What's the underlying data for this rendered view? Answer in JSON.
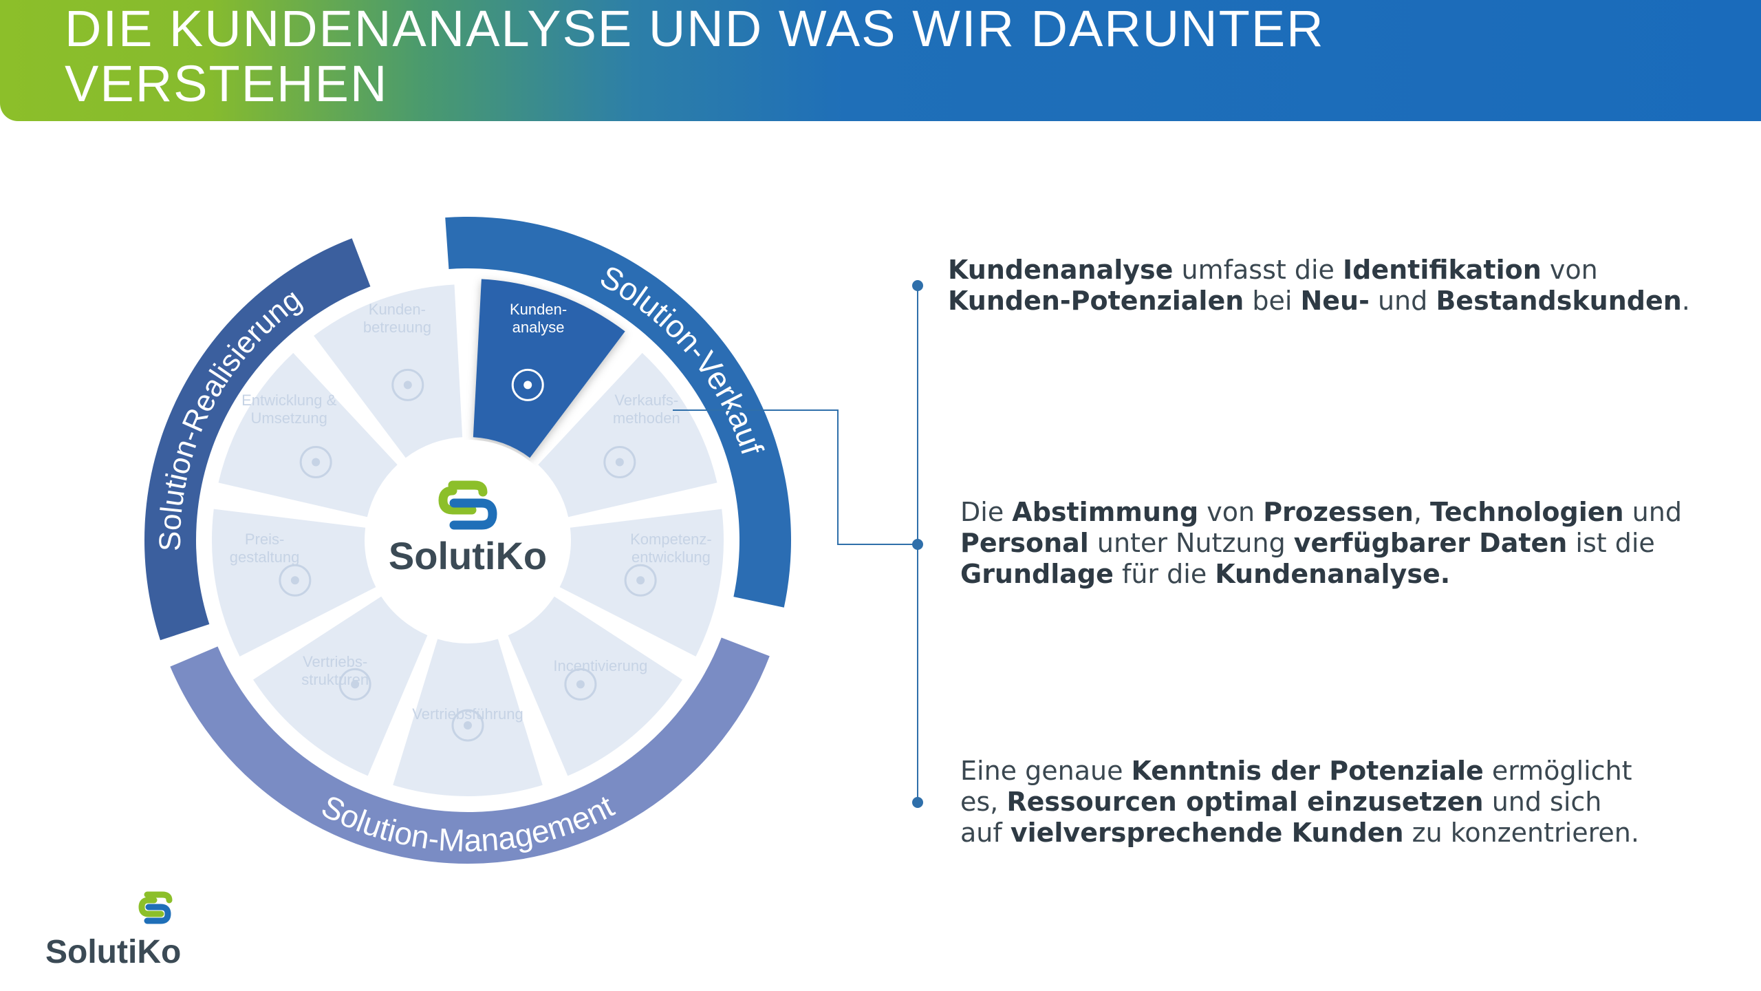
{
  "header": {
    "title_line1": "DIE KUNDENANALYSE UND WAS WIR DARUNTER",
    "title_line2": "VERSTEHEN"
  },
  "wheel": {
    "center_brand": "SolutiKo",
    "ring_labels": {
      "verkauf": "Solution-Verkauf",
      "realisierung": "Solution-Realisierung",
      "management": "Solution-Management"
    },
    "segments": [
      {
        "id": "kundenanalyse",
        "lines": [
          "Kunden-",
          "analyse"
        ],
        "icon": "person-star-icon",
        "highlight": true
      },
      {
        "id": "verkaufsmethoden",
        "lines": [
          "Verkaufs-",
          "methoden"
        ],
        "icon": "hand-growth-icon",
        "highlight": false
      },
      {
        "id": "kompetenzentwicklung",
        "lines": [
          "Kompetenz-",
          "entwicklung"
        ],
        "icon": "presentation-icon",
        "highlight": false
      },
      {
        "id": "incentivierung",
        "lines": [
          "Incentivierung"
        ],
        "icon": "piggy-bank-icon",
        "highlight": false
      },
      {
        "id": "vertriebsfuehrung",
        "lines": [
          "Vertriebsführung"
        ],
        "icon": "compass-icon",
        "highlight": false
      },
      {
        "id": "vertriebsstrukturen",
        "lines": [
          "Vertriebs-",
          "strukturen"
        ],
        "icon": "org-chart-icon",
        "highlight": false
      },
      {
        "id": "preisgestaltung",
        "lines": [
          "Preis-",
          "gestaltung"
        ],
        "icon": "coins-icon",
        "highlight": false
      },
      {
        "id": "entwicklung",
        "lines": [
          "Entwicklung &",
          "Umsetzung"
        ],
        "icon": "lightbulb-icon",
        "highlight": false
      },
      {
        "id": "kundenbetreuung",
        "lines": [
          "Kunden-",
          "betreuung"
        ],
        "icon": "people-network-icon",
        "highlight": false
      }
    ],
    "colors": {
      "ring_verkauf": "#2b6db3",
      "ring_realisierung": "#3b5f9e",
      "ring_management": "#7a8cc4",
      "segment_highlight": "#2a64ad",
      "segment_faded": "#e3eaf4",
      "connector": "#2f6faa"
    }
  },
  "text_blocks": [
    {
      "id": "text1",
      "runs": [
        {
          "t": "Kundenanalyse",
          "b": true
        },
        {
          "t": " umfasst die ",
          "b": false
        },
        {
          "t": "Identifikation",
          "b": true
        },
        {
          "t": " von ",
          "b": false
        },
        {
          "br": true
        },
        {
          "t": "Kunden-Potenzialen",
          "b": true
        },
        {
          "t": " bei ",
          "b": false
        },
        {
          "t": "Neu-",
          "b": true
        },
        {
          "t": " und ",
          "b": false
        },
        {
          "t": "Bestandskunden",
          "b": true
        },
        {
          "t": ".",
          "b": false
        }
      ]
    },
    {
      "id": "text2",
      "runs": [
        {
          "t": "Die ",
          "b": false
        },
        {
          "t": "Abstimmung",
          "b": true
        },
        {
          "t": " von ",
          "b": false
        },
        {
          "t": "Prozessen",
          "b": true
        },
        {
          "t": ", ",
          "b": false
        },
        {
          "t": "Technologien",
          "b": true
        },
        {
          "t": " und",
          "b": false
        },
        {
          "br": true
        },
        {
          "t": "Personal",
          "b": true
        },
        {
          "t": " unter Nutzung ",
          "b": false
        },
        {
          "t": "verfügbarer Daten",
          "b": true
        },
        {
          "t": " ist die",
          "b": false
        },
        {
          "br": true
        },
        {
          "t": "Grundlage",
          "b": true
        },
        {
          "t": " für die ",
          "b": false
        },
        {
          "t": "Kundenanalyse.",
          "b": true
        }
      ]
    },
    {
      "id": "text3",
      "runs": [
        {
          "t": "Eine genaue ",
          "b": false
        },
        {
          "t": "Kenntnis der Potenziale",
          "b": true
        },
        {
          "t": " ermöglicht",
          "b": false
        },
        {
          "br": true
        },
        {
          "t": "es, ",
          "b": false
        },
        {
          "t": "Ressourcen optimal einzusetzen",
          "b": true
        },
        {
          "t": " und sich",
          "b": false
        },
        {
          "br": true
        },
        {
          "t": "auf ",
          "b": false
        },
        {
          "t": "vielversprechende Kunden",
          "b": true
        },
        {
          "t": " zu konzentrieren.",
          "b": false
        }
      ]
    }
  ],
  "footer": {
    "brand": "SolutiKo",
    "logo_colors": {
      "green": "#8cbf2a",
      "blue": "#1f6fb8",
      "text": "#3b4a55"
    }
  }
}
